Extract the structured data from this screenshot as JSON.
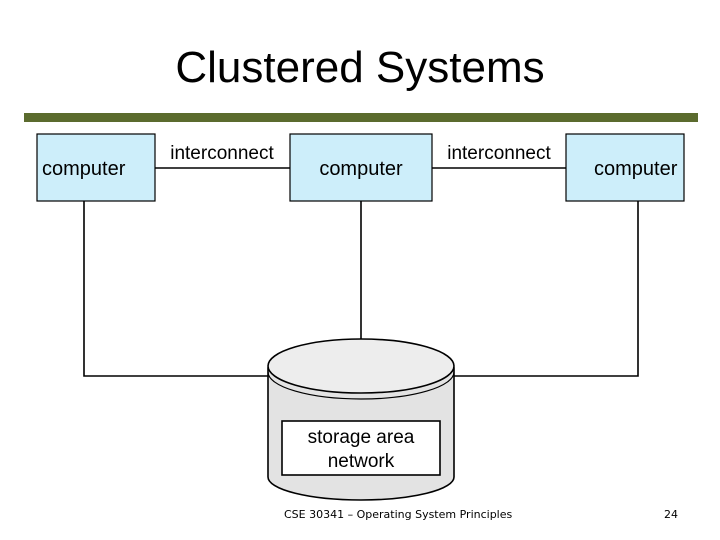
{
  "slide": {
    "title": "Clustered Systems",
    "footer": "CSE 30341 – Operating System Principles",
    "page_number": "24"
  },
  "diagram": {
    "computers": [
      "computer",
      "computer",
      "computer"
    ],
    "interconnects": [
      "interconnect",
      "interconnect"
    ],
    "storage_line1": "storage area",
    "storage_line2": "network"
  },
  "colors": {
    "title_bar": "#5b6b2e",
    "computer_fill": "#cdeefa",
    "storage_fill": "#e3e3e3"
  }
}
